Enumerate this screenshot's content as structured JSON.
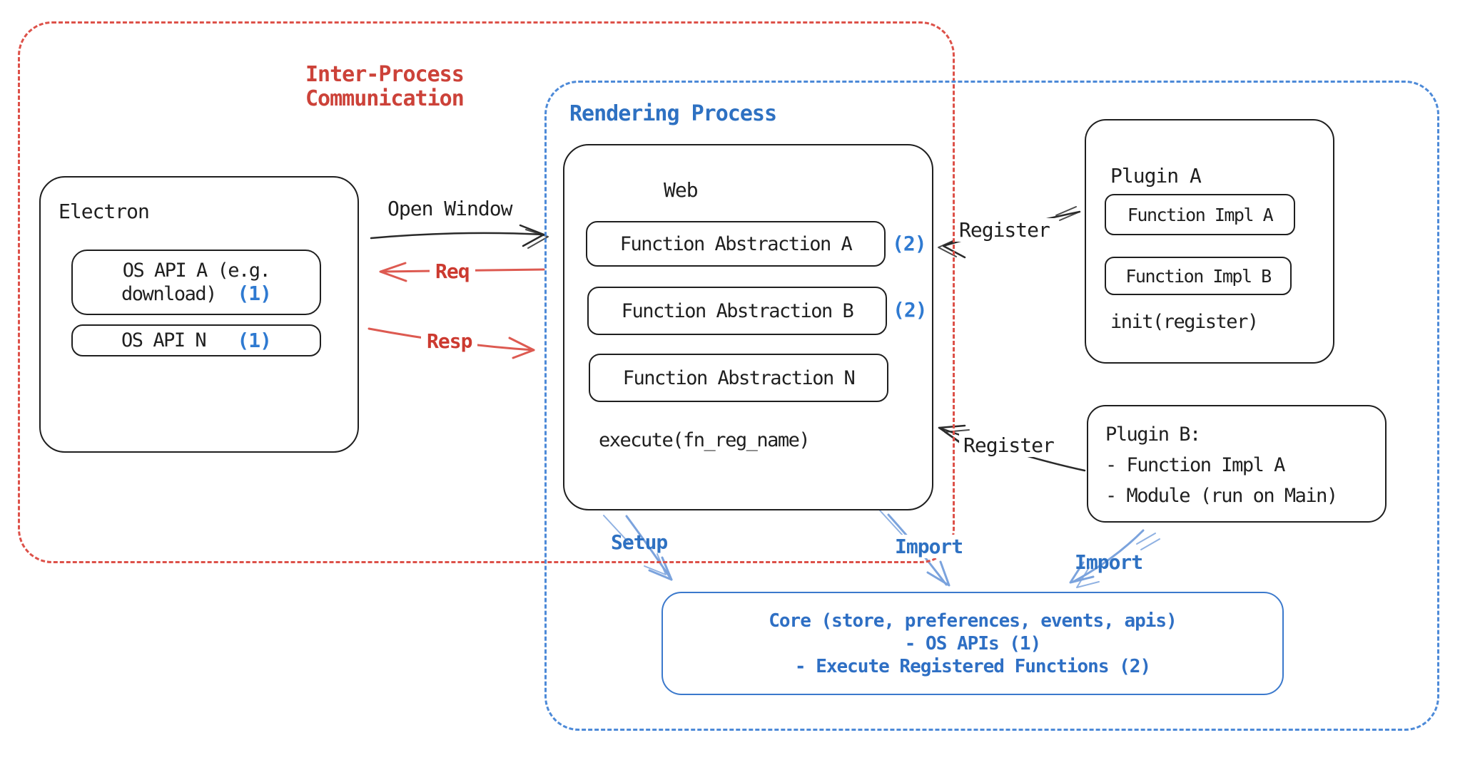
{
  "colors": {
    "red_dash": "#dd5149",
    "red_text": "#cc4239",
    "red_arrow": "#dd5a51",
    "blue_dash": "#4d8ad8",
    "blue_text": "#2e71c2",
    "blue_badge": "#2f7ad1",
    "blue_arrow": "#7ba3dd",
    "ink": "#1f1f1f"
  },
  "diagram": {
    "ipc_container": {
      "label_line1": "Inter-Process",
      "label_line2": "Communication"
    },
    "rendering_container": {
      "label": "Rendering Process"
    },
    "electron": {
      "title": "Electron",
      "api_a_line1": "OS API A (e.g.",
      "api_a_line2": "download)",
      "api_a_badge": "(1)",
      "api_n_label": "OS API N",
      "api_n_badge": "(1)"
    },
    "web": {
      "title": "Web",
      "abstraction_a": "Function Abstraction A",
      "abstraction_a_badge": "(2)",
      "abstraction_b": "Function Abstraction B",
      "abstraction_b_badge": "(2)",
      "abstraction_n": "Function Abstraction N",
      "execute_label": "execute(fn_reg_name)"
    },
    "plugin_a": {
      "title": "Plugin A",
      "impl_a": "Function Impl A",
      "impl_b": "Function Impl B",
      "init_label": "init(register)"
    },
    "plugin_b": {
      "line1": "Plugin B:",
      "line2": "- Function Impl A",
      "line3": "- Module (run on Main)"
    },
    "core": {
      "line1": "Core (store, preferences, events, apis)",
      "line2": "- OS APIs (1)",
      "line3": "- Execute Registered Functions (2)"
    },
    "arrows": {
      "open_window": "Open Window",
      "req": "Req",
      "resp": "Resp",
      "register_a": "Register",
      "register_b": "Register",
      "setup": "Setup",
      "import_web": "Import",
      "import_plugin": "Import"
    }
  }
}
